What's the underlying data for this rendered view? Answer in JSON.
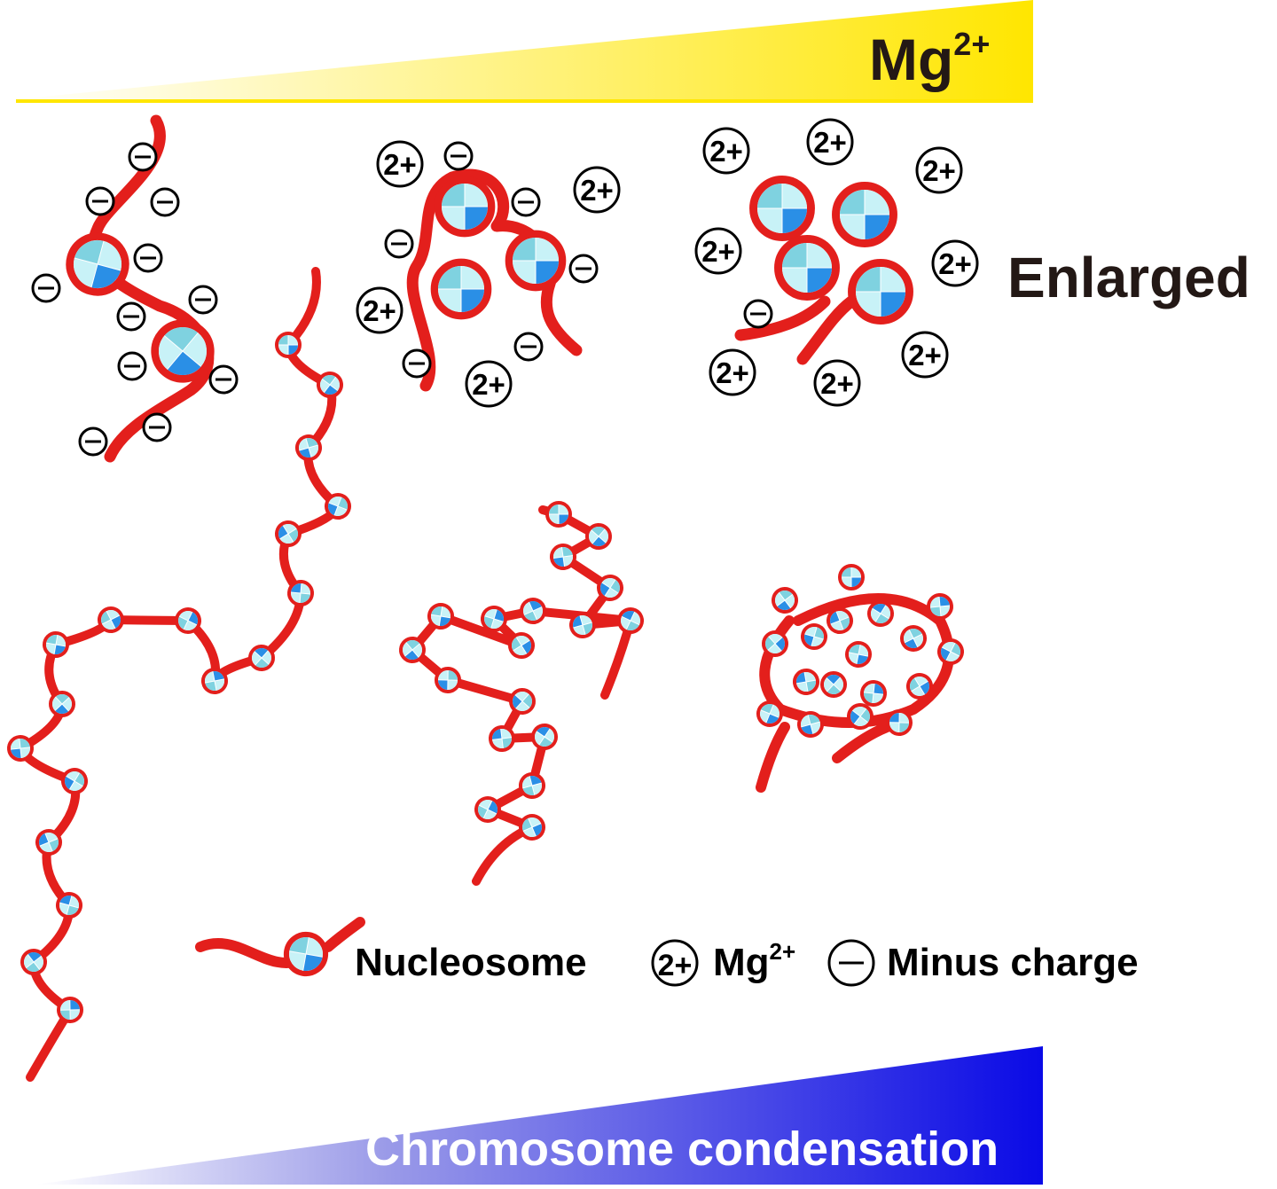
{
  "top_gradient": {
    "label_main": "Mg",
    "label_sup": "2+",
    "color_start": "#ffffff",
    "color_end": "#ffe600"
  },
  "enlarged_label": "Enlarged",
  "legend": {
    "nucleosome_label": "Nucleosome",
    "mg_symbol": "2+",
    "mg_label_main": "Mg",
    "mg_label_sup": "2+",
    "minus_symbol": "−",
    "minus_label": "Minus charge"
  },
  "bottom_gradient": {
    "label": "Chromosome condensation",
    "color_start": "#ffffff",
    "color_end": "#0a0ae6"
  },
  "ion_symbol_mg": "2+",
  "ion_symbol_minus": "−",
  "colors": {
    "dna": "#e31f1c",
    "core_light": "#c8f2f7",
    "core_mid": "#7fd2e0",
    "core_dark": "#2a8fe6",
    "ion_stroke": "#000000"
  }
}
